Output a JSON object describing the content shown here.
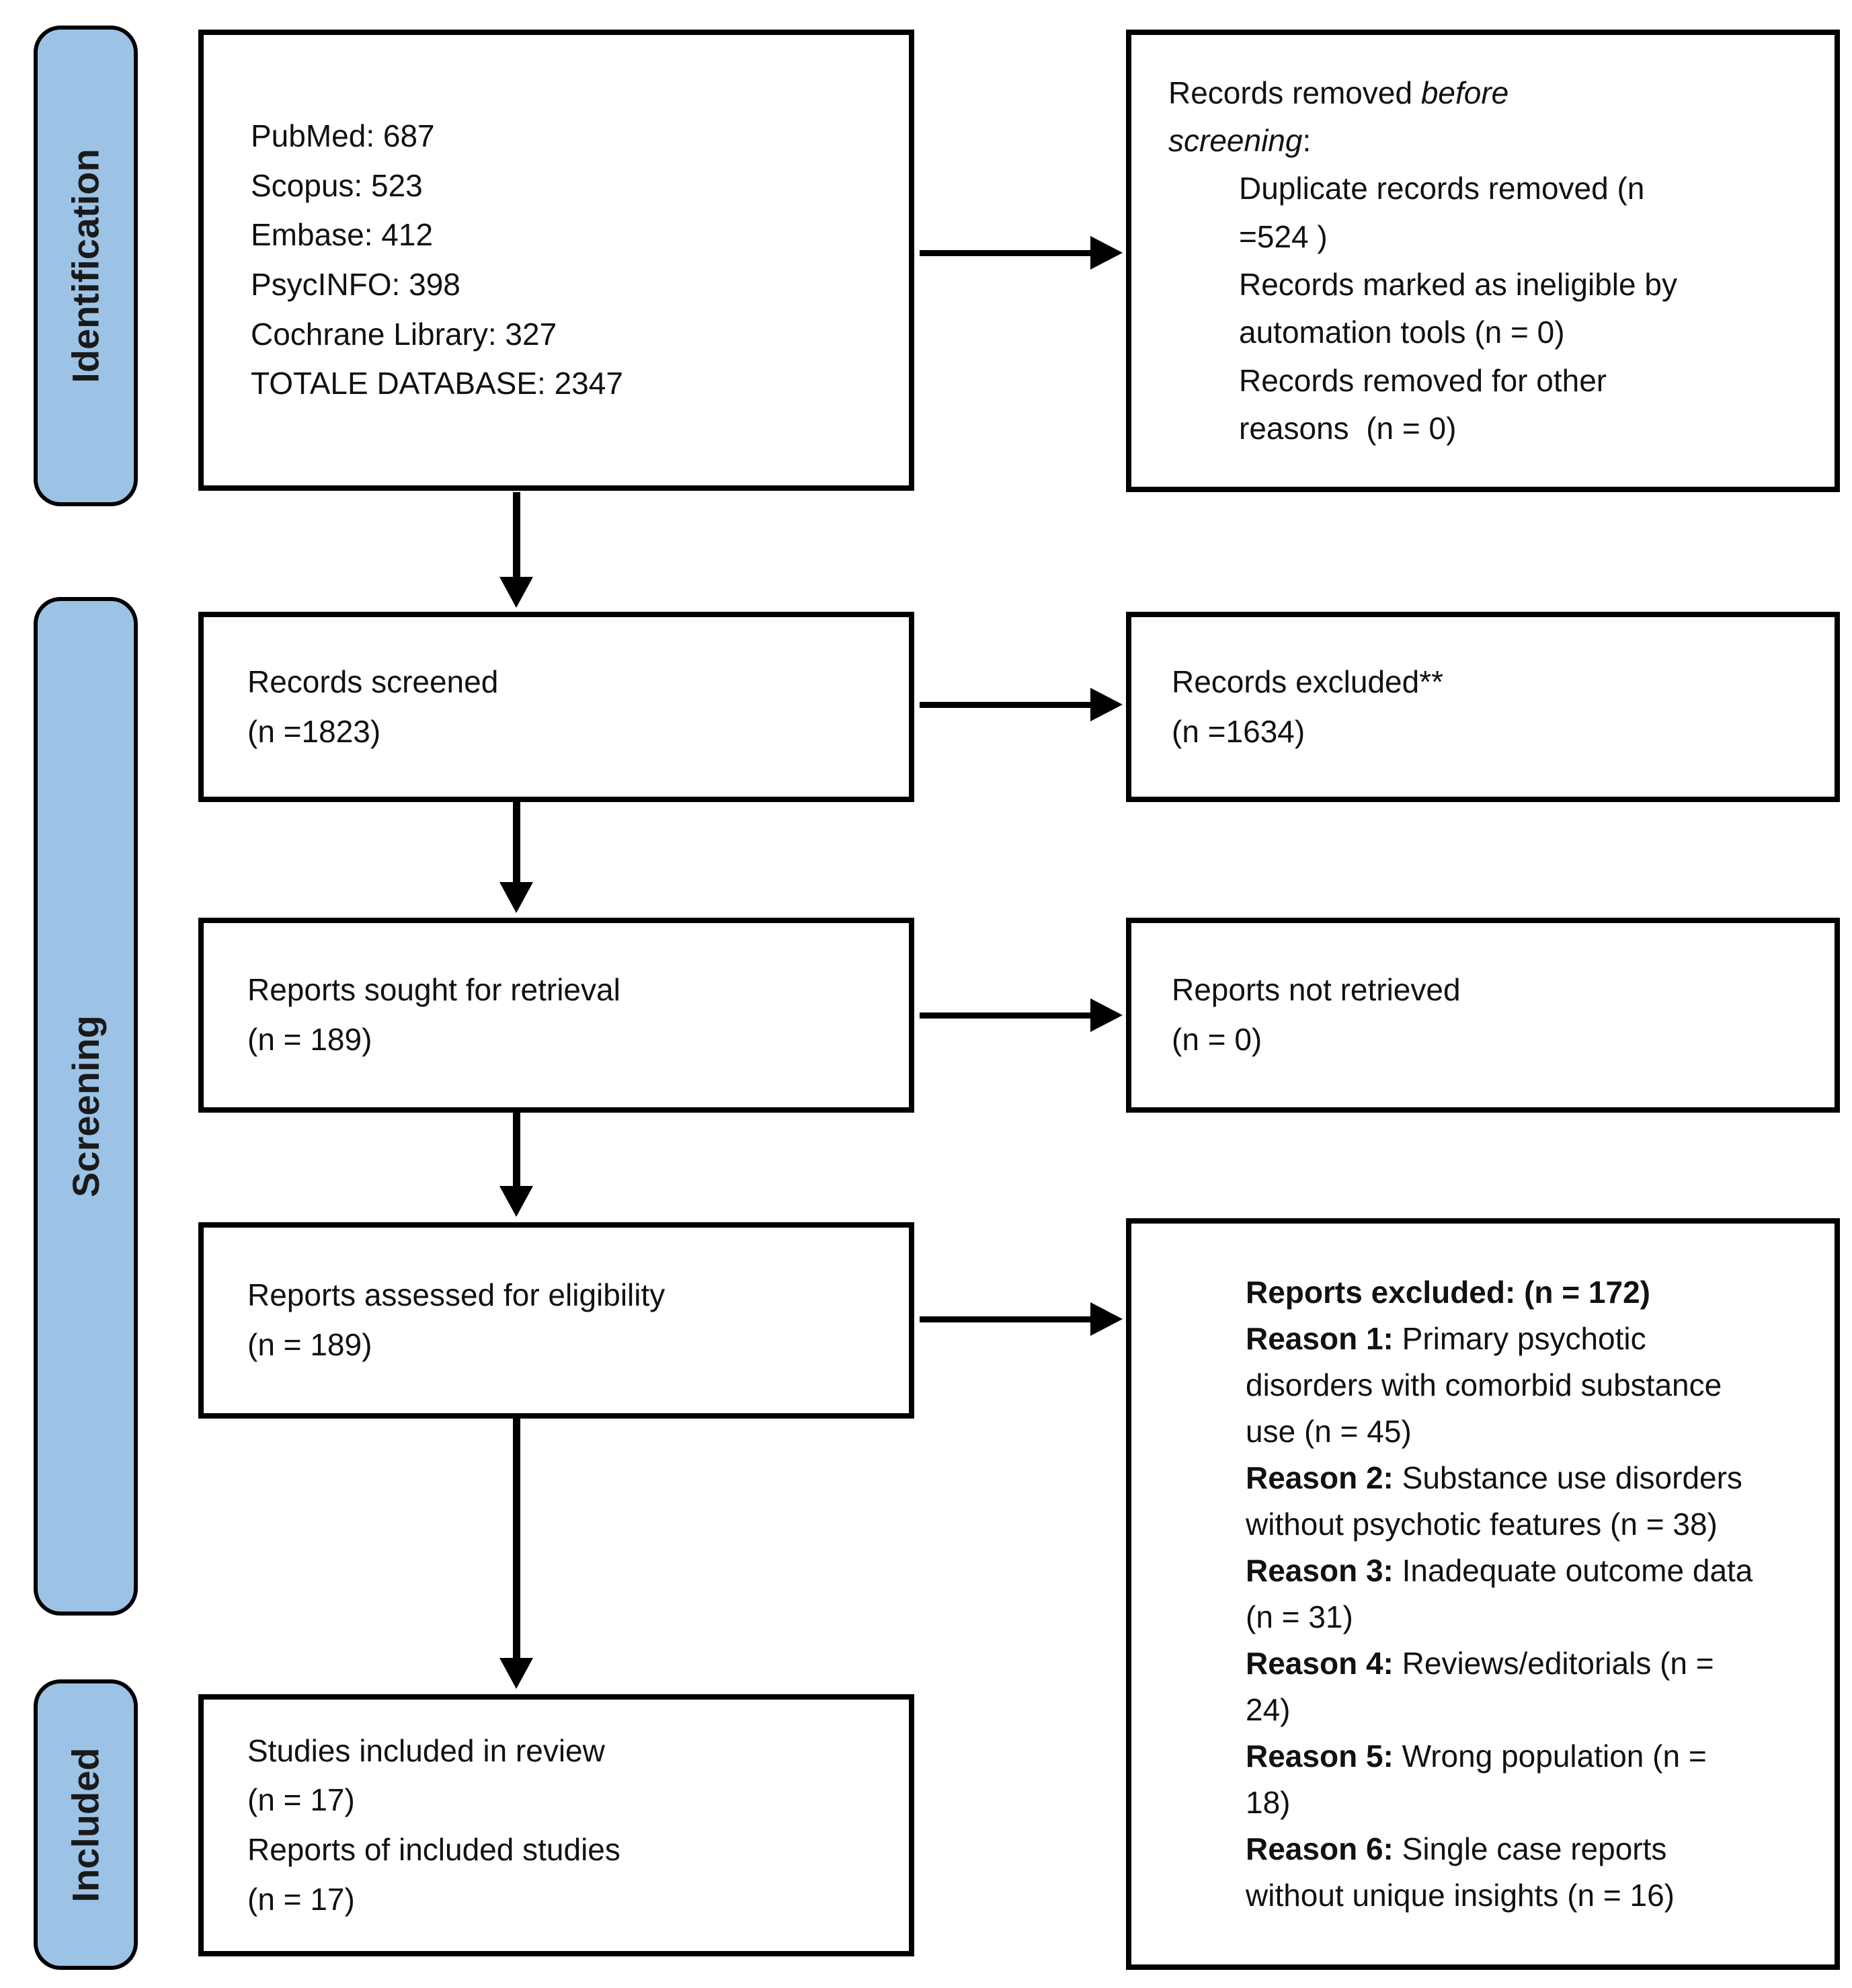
{
  "colors": {
    "stage_fill": "#9CC3E6",
    "box_border": "#000000",
    "arrow_color": "#000000",
    "background": "#ffffff"
  },
  "stages": [
    {
      "label": "Identification"
    },
    {
      "label": "Screening"
    },
    {
      "label": "Included"
    }
  ],
  "boxes": {
    "sources": {
      "lines": [
        "PubMed: 687",
        "Scopus: 523",
        "Embase: 412",
        "PsycINFO: 398",
        "Cochrane Library: 327",
        "TOTALE DATABASE: 2347"
      ]
    },
    "removed_before": {
      "title_normal": "Records removed ",
      "title_italic": "before screening",
      "title_colon": ":",
      "items": [
        "Duplicate records removed (n =524 )",
        "Records marked as ineligible by automation tools (n = 0)",
        "Records removed for other reasons  (n = 0)"
      ]
    },
    "records_screened": {
      "line1": "Records screened",
      "line2": "(n =1823)"
    },
    "records_excluded": {
      "line1": "Records excluded**",
      "line2": "(n =1634)"
    },
    "reports_sought": {
      "line1": "Reports sought for retrieval",
      "line2": "(n = 189)"
    },
    "reports_not_retrieved": {
      "line1": "Reports not retrieved",
      "line2": "(n = 0)"
    },
    "reports_assessed": {
      "line1": "Reports assessed for eligibility",
      "line2": "(n = 189)"
    },
    "reports_excluded": {
      "title": "Reports excluded: (n = 172)",
      "reasons": [
        {
          "label": "Reason 1:",
          "text": " Primary psychotic disorders with comorbid substance use (n = 45)"
        },
        {
          "label": "Reason 2:",
          "text": " Substance use disorders without psychotic features (n = 38)"
        },
        {
          "label": "Reason 3:",
          "text": " Inadequate outcome data (n = 31)"
        },
        {
          "label": "Reason 4:",
          "text": " Reviews/editorials (n = 24)"
        },
        {
          "label": "Reason 5:",
          "text": " Wrong population (n = 18)"
        },
        {
          "label": "Reason 6:",
          "text": " Single case reports without unique insights (n = 16)"
        }
      ]
    },
    "included_studies": {
      "lines": [
        "Studies included in review",
        "(n = 17)",
        "Reports of included studies",
        "(n = 17)"
      ]
    }
  }
}
